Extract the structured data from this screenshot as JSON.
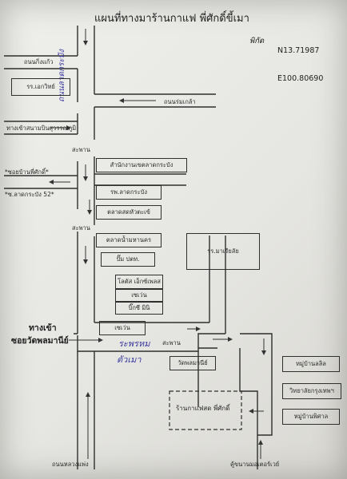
{
  "map": {
    "title": "แผนที่ทางมาร้านกาแฟ พี่ศักดิ์ขี้เมา",
    "coords_label": "พิกัด",
    "lat": "N13.71987",
    "lon": "E100.80690",
    "roads": {
      "kingkaew": "ถนนกิ่งแก้ว",
      "romklao": "ถนนร่มเกล้า",
      "airport_entrance": "ทางเข้าสนามบินสุวรรณภูมิ",
      "vertical_main": "ถนนลาดกระบัง",
      "soi_phisak": "*ซอยบ้านพี่ศักดิ์*",
      "soi_52": "*ซ.ลาดกระบัง 52*",
      "luang_phaeng": "ถนนหลวงแพ่ง",
      "kusuan": "คู้ขนานมอเตอร์เวย์"
    },
    "bridge": "สะพาน",
    "entrance": {
      "line1": "ทางเข้า",
      "line2": "ซอยวัดพลมานีย์"
    },
    "handwritten": {
      "top": "ระพรหม",
      "bottom": "ตัวเมา"
    },
    "places": {
      "school_ekawit": "รร.เอกวิทย์",
      "district_office": "สำนักงานเขตลาดกระบัง",
      "hospital": "รพ.ลาดกระบัง",
      "market_fresh": "ตลาดสดหัวตะเข้",
      "water_market": "ตลาดน้ำมหานคร",
      "ptt": "ปั๊ม ปตท.",
      "lotus": "โลตัส เอ็กซ์เพลส",
      "seven_a": "เซเว่น",
      "big_c": "บิ๊กซี มินิ",
      "seven_b": "เซเว่น",
      "school_maria": "รร.มาเรียลัย",
      "wat": "วัดพลมานีย์",
      "cafe": "ร้านกาแฟสด พี่ศักดิ์",
      "village_lalil": "หมู่บ้านลลิล",
      "college": "วิทยาลัยกรุงเทพฯ",
      "village_phisan": "หมู่บ้านพิศาล"
    }
  }
}
